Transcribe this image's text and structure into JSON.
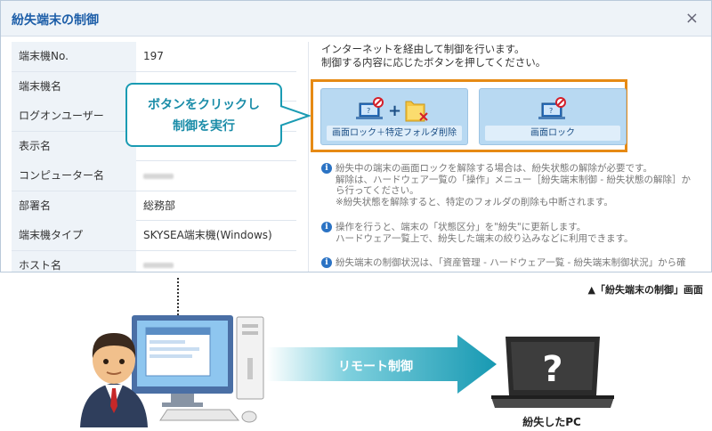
{
  "dialog": {
    "title": "紛失端末の制御",
    "close_glyph": "×"
  },
  "info_rows": [
    {
      "label": "端末機No.",
      "value": "197"
    },
    {
      "label": "端末機名",
      "value": ""
    },
    {
      "label": "ログオンユーザー",
      "value": ""
    },
    {
      "label": "表示名",
      "value": ""
    },
    {
      "label": "コンピューター名",
      "value": ""
    },
    {
      "label": "部署名",
      "value": "総務部"
    },
    {
      "label": "端末機タイプ",
      "value": "SKYSEA端末機(Windows)"
    },
    {
      "label": "ホスト名",
      "value": ""
    }
  ],
  "description": {
    "line1": "インターネットを経由して制御を行います。",
    "line2": "制御する内容に応じたボタンを押してください。"
  },
  "actions": {
    "lock_and_delete_label": "画面ロック＋特定フォルダ削除",
    "lock_label": "画面ロック"
  },
  "notes": [
    "紛失中の端末の画面ロックを解除する場合は、紛失状態の解除が必要です。\n解除は、ハードウェア一覧の「操作」メニュー［紛失端末制御 - 紛失状態の解除］か\nら行ってください。\n※紛失状態を解除すると、特定のフォルダの削除も中断されます。",
    "操作を行うと、端末の「状態区分」を\"紛失\"に更新します。\nハードウェア一覧上で、紛失した端末の絞り込みなどに利用できます。",
    "紛失端末の制御状況は、「資産管理 - ハードウェア一覧 - 紛失端末制御状況」から確"
  ],
  "callout": {
    "line1": "ボタンをクリックし",
    "line2": "制御を実行"
  },
  "caption": "▲「紛失端末の制御」画面",
  "diagram": {
    "remote_label": "リモート制御",
    "lost_pc_label": "紛失したPC",
    "question_mark": "?"
  },
  "colors": {
    "accent_blue": "#1d5ea8",
    "callout_teal": "#1a9bb3",
    "frame_orange": "#e68a14",
    "button_blue": "#b8d9f2"
  }
}
